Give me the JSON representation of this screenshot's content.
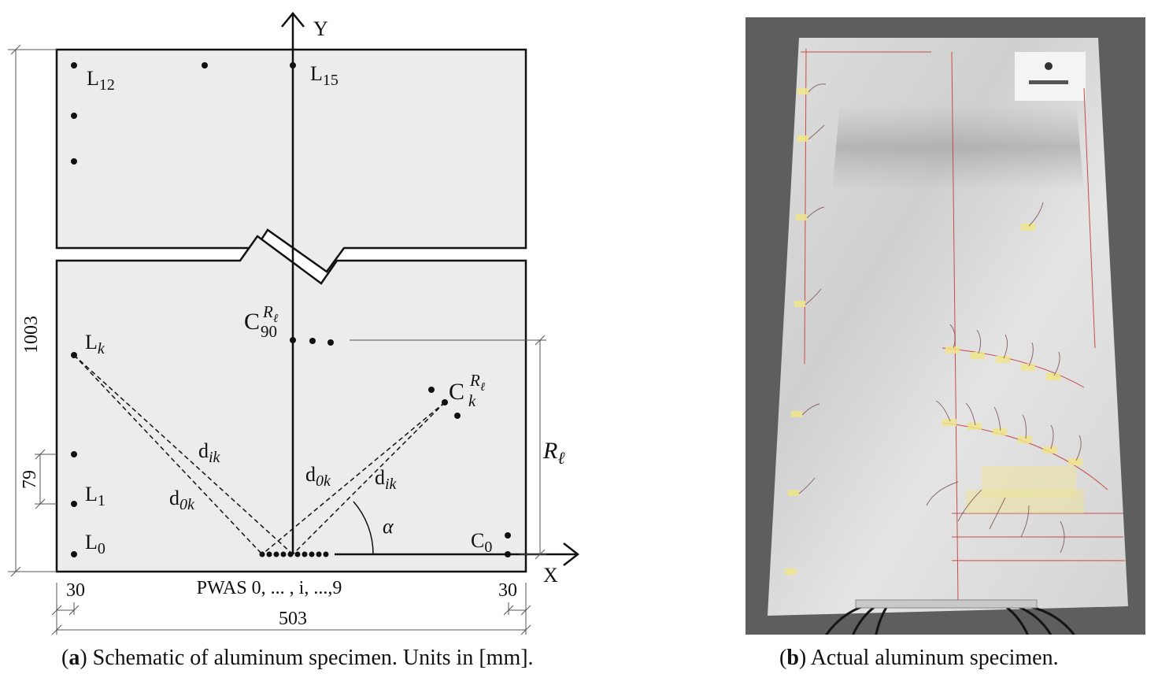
{
  "figure_a": {
    "axis_x": "X",
    "axis_y": "Y",
    "dim_height": "1003",
    "dim_spacing": "79",
    "dim_width": "503",
    "dim_left_margin": "30",
    "dim_right_margin": "30",
    "pwas_label": "PWAS 0, ... , i, ...,9",
    "labels": {
      "L12": {
        "main": "L",
        "sub": "12"
      },
      "L15": {
        "main": "L",
        "sub": "15"
      },
      "Lk": {
        "main": "L",
        "sub": "k"
      },
      "L1": {
        "main": "L",
        "sub": "1"
      },
      "L0": {
        "main": "L",
        "sub": "0"
      },
      "C90": {
        "main": "C",
        "sub": "90",
        "sup": "R"
      },
      "Ck": {
        "main": "C",
        "sub": "k",
        "sup": "R"
      },
      "C0": {
        "main": "C",
        "sub": "0"
      },
      "dik_left": {
        "main": "d",
        "sub": "ik"
      },
      "d0k_left": {
        "main": "d",
        "sub": "0k"
      },
      "d0k_right": {
        "main": "d",
        "sub": "0k"
      },
      "dik_right": {
        "main": "d",
        "sub": "ik"
      },
      "R_ell": {
        "main": "R",
        "sub": "ℓ"
      },
      "sup_sub": "ℓ",
      "alpha": "α"
    }
  },
  "captions": {
    "a_letter": "a",
    "a_text": " Schematic of aluminum specimen. Units in [mm].",
    "b_letter": "b",
    "b_text": " Actual aluminum specimen."
  }
}
